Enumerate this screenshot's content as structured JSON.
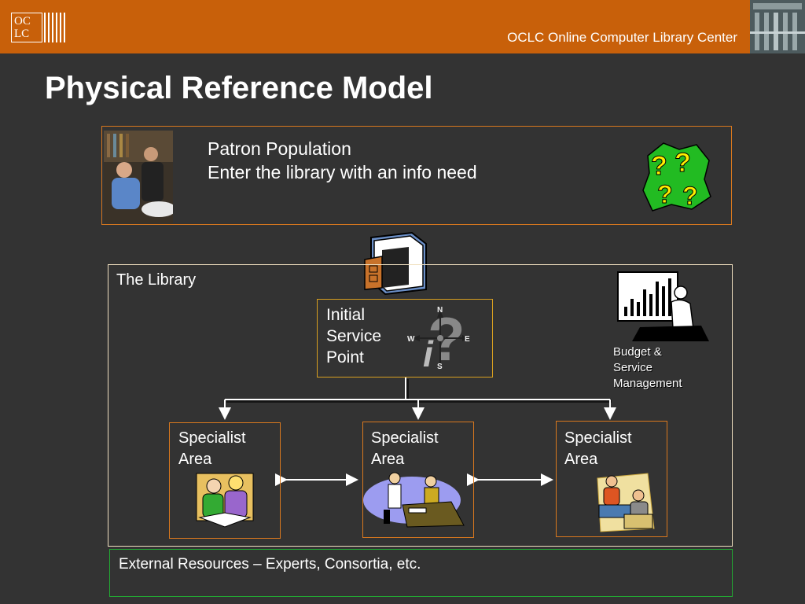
{
  "header": {
    "org_name": "OCLC Online Computer Library Center",
    "logo_text": "OCLC"
  },
  "title": "Physical Reference Model",
  "patron": {
    "line1": "Patron Population",
    "line2": "Enter the library with an info need"
  },
  "library": {
    "label": "The Library",
    "initial_service_point": [
      "Initial",
      "Service",
      "Point"
    ],
    "compass": {
      "n": "N",
      "s": "S",
      "e": "E",
      "w": "W"
    },
    "budget": [
      "Budget &",
      "Service",
      "Management"
    ],
    "specialist_areas": [
      {
        "line1": "Specialist",
        "line2": "Area"
      },
      {
        "line1": "Specialist",
        "line2": "Area"
      },
      {
        "line1": "Specialist",
        "line2": "Area"
      }
    ]
  },
  "external": "External Resources – Experts, Consortia, etc.",
  "colors": {
    "background": "#333333",
    "header": "#c8600a",
    "box_border": "#d9781e",
    "external_border": "#22aa33"
  }
}
